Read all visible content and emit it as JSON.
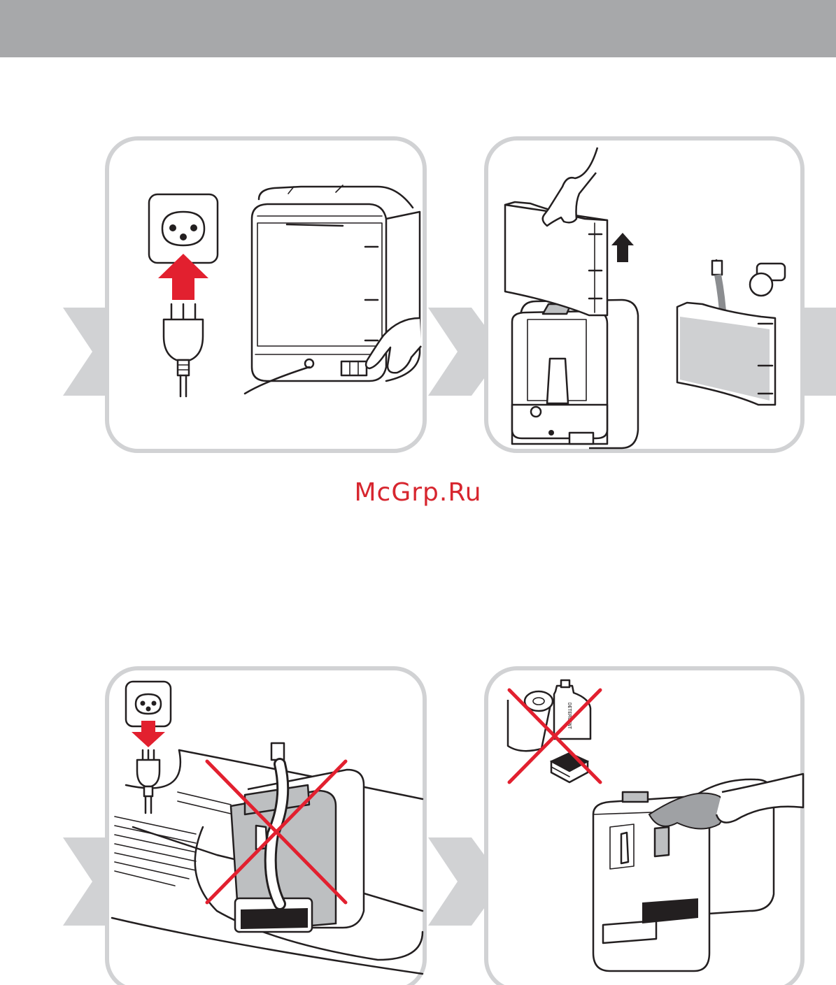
{
  "watermark": {
    "text": "McGrp.Ru"
  },
  "colors": {
    "header_bar": "#a7a8aa",
    "panel_border": "#d1d2d4",
    "chevron": "#d1d2d4",
    "warning_red": "#e2202f",
    "watermark_red": "#d7262f",
    "line": "#231f20"
  },
  "panels": [
    {
      "name": "plug-in-machine-step",
      "icons": [
        "wall-socket-icon",
        "plug-in-arrow-icon",
        "power-plug-icon",
        "coffee-machine-rear-icon",
        "hand-icon"
      ]
    },
    {
      "name": "fill-water-tank-step",
      "icons": [
        "water-tank-icon",
        "lift-up-arrow-icon",
        "coffee-machine-icon",
        "faucet-icon",
        "hand-icon"
      ]
    },
    {
      "name": "no-immersion-warning-step",
      "icons": [
        "wall-socket-icon",
        "unplug-arrow-icon",
        "power-plug-icon",
        "sink-icon",
        "faucet-icon",
        "coffee-machine-icon",
        "red-cross-icon"
      ]
    },
    {
      "name": "wipe-clean-step",
      "icons": [
        "paper-roll-icon",
        "detergent-bottle-icon",
        "scouring-sponge-icon",
        "red-cross-icon",
        "coffee-machine-icon",
        "cloth-hand-icon"
      ]
    }
  ],
  "detergent_label": "DETERGENT"
}
